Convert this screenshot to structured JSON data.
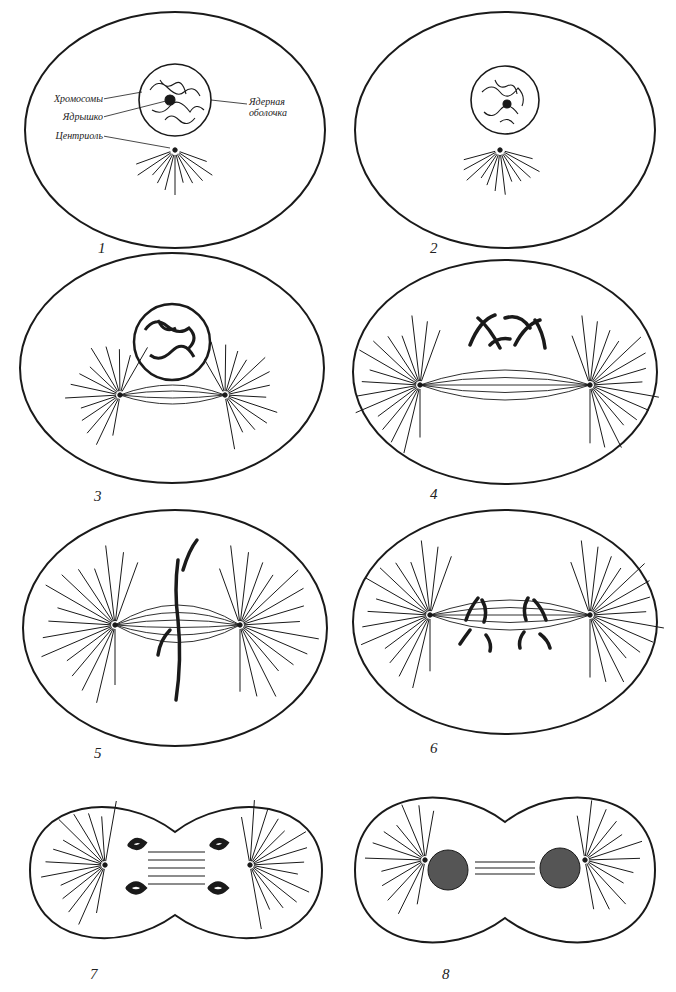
{
  "diagram": {
    "labels": [
      "Хромосомы",
      "Ядрышко",
      "Центриоль",
      "Ядерная оболочка",
      "1",
      "2",
      "3",
      "4",
      "5",
      "6",
      "7",
      "8"
    ]
  }
}
